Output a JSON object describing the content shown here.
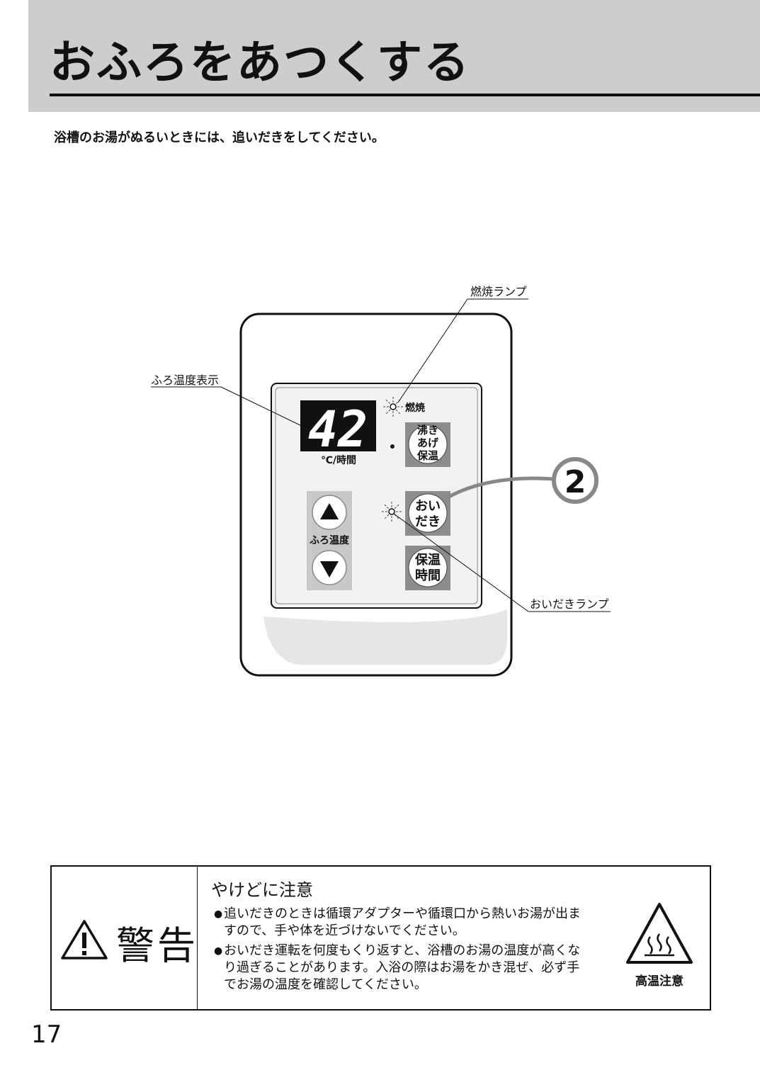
{
  "title": "おふろをあつくする",
  "intro": "浴槽のお湯がぬるいときには、追いだきをしてください。",
  "diagram": {
    "callouts": {
      "combustion_lamp": "燃焼ランプ",
      "bath_temp_display": "ふろ温度表示",
      "reheat_lamp": "おいだきランプ"
    },
    "display_value": "42",
    "display_unit": "℃/時間",
    "combustion_label": "燃焼",
    "bath_temp_label": "ふろ温度",
    "buttons": {
      "boil_line1": "沸き",
      "boil_line2": "あげ",
      "boil_line3": "保温",
      "reheat_line1": "おい",
      "reheat_line2": "だき",
      "keep_line1": "保温",
      "keep_line2": "時間"
    },
    "step_number": "2"
  },
  "warning": {
    "label": "警告",
    "heading": "やけどに注意",
    "items": [
      "追いだきのときは循環アダプターや循環口から熱いお湯が出ますので、手や体を近づけないでください。",
      "おいだき運転を何度もくり返すと、浴槽のお湯の温度が高くなり過ぎることがあります。入浴の際はお湯をかき混ぜ、必ず手でお湯の温度を確認してください。"
    ],
    "bullet": "●",
    "hot_symbol_label": "高温注意"
  },
  "page_number": "17",
  "colors": {
    "header_band": "#cdcdcd",
    "panel_face": "#f2f2f2",
    "display_bg": "#111111",
    "button_bg": "#8c8c8c",
    "button_cap": "#ffffff"
  }
}
